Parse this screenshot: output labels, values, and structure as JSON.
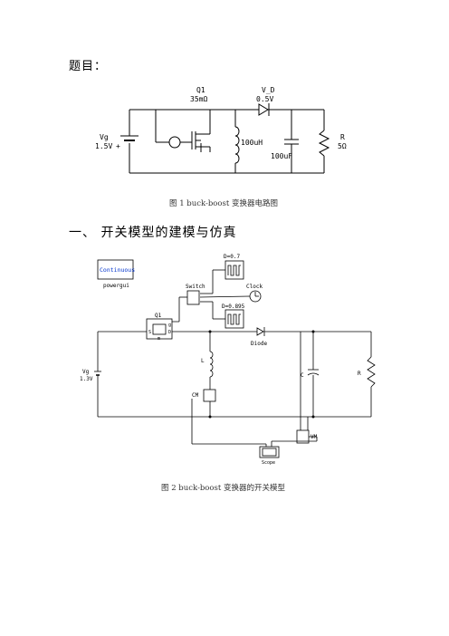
{
  "heading_title": "题目：",
  "figure1": {
    "caption": "图 1   buck-boost 变换器电路图",
    "labels": {
      "q1": "Q1",
      "q1_r": "35mΩ",
      "vd": "V_D",
      "vd_val": "0.5V",
      "vg": "Vg",
      "vg_val": "1.5V",
      "plus": "+",
      "inductor": "100uH",
      "capacitor": "100uF",
      "r": "R",
      "r_val": "5Ω"
    }
  },
  "section_heading": "一、  开关模型的建模与仿真",
  "figure2": {
    "caption": "图 2   buck-boost 变换器的开关模型",
    "labels": {
      "continuous": "Continuous",
      "powergui": "powergui",
      "d1": "D=0.7",
      "d2": "D=0.895",
      "clock": "Clock",
      "switch": "Switch",
      "q1": "Q1",
      "g": "g",
      "s": "S",
      "d": "D",
      "m": "m",
      "vg": "Vg",
      "vg_val": "1.3V",
      "l": "L",
      "cm": "CM",
      "diode": "Diode",
      "c": "C",
      "r": "R",
      "vm": "VM",
      "scope": "Scope"
    }
  }
}
